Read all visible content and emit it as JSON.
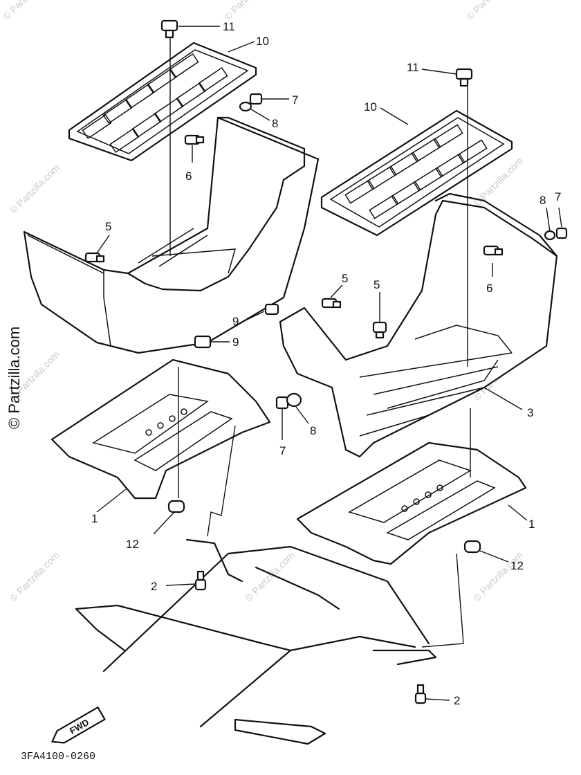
{
  "diagram_code": "3FA4100-0260",
  "fwd_label": "FWD",
  "watermark": "© Partzilla.com",
  "callouts": [
    {
      "id": "c11a",
      "label": "11"
    },
    {
      "id": "c10a",
      "label": "10"
    },
    {
      "id": "c7a",
      "label": "7"
    },
    {
      "id": "c8a",
      "label": "8"
    },
    {
      "id": "c6a",
      "label": "6"
    },
    {
      "id": "c5a",
      "label": "5"
    },
    {
      "id": "c9a",
      "label": "9"
    },
    {
      "id": "c9b",
      "label": "9"
    },
    {
      "id": "c11b",
      "label": "11"
    },
    {
      "id": "c10b",
      "label": "10"
    },
    {
      "id": "c8b",
      "label": "8"
    },
    {
      "id": "c7b",
      "label": "7"
    },
    {
      "id": "c6b",
      "label": "6"
    },
    {
      "id": "c5b",
      "label": "5"
    },
    {
      "id": "c5c",
      "label": "5"
    },
    {
      "id": "c3",
      "label": "3"
    },
    {
      "id": "c7c",
      "label": "7"
    },
    {
      "id": "c8c",
      "label": "8"
    },
    {
      "id": "c1a",
      "label": "1"
    },
    {
      "id": "c12a",
      "label": "12"
    },
    {
      "id": "c1b",
      "label": "1"
    },
    {
      "id": "c12b",
      "label": "12"
    },
    {
      "id": "c2a",
      "label": "2"
    },
    {
      "id": "c2b",
      "label": "2"
    }
  ]
}
